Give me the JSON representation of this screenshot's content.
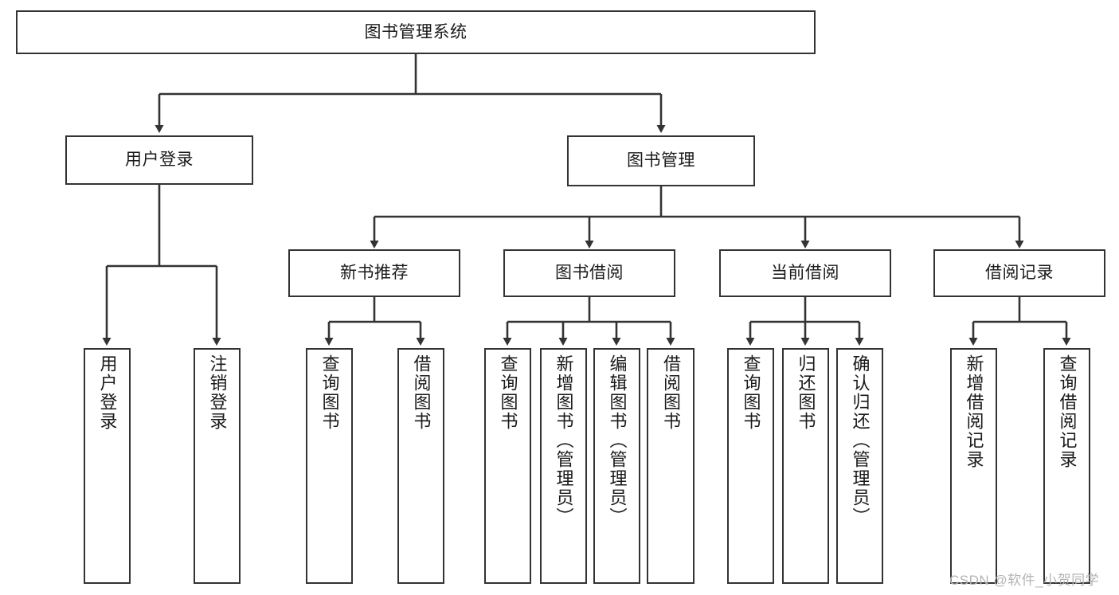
{
  "diagram": {
    "title": "图书管理系统",
    "type": "hierarchy-tree",
    "root": {
      "label": "图书管理系统"
    },
    "level2": [
      {
        "label": "用户登录"
      },
      {
        "label": "图书管理"
      }
    ],
    "level3": [
      {
        "label": "新书推荐"
      },
      {
        "label": "图书借阅"
      },
      {
        "label": "当前借阅"
      },
      {
        "label": "借阅记录"
      }
    ],
    "leaves": {
      "user_login": [
        {
          "label": "用户登录"
        },
        {
          "label": "注销登录"
        }
      ],
      "new_book_recommend": [
        {
          "label": "查询图书"
        },
        {
          "label": "借阅图书"
        }
      ],
      "book_borrow": [
        {
          "label": "查询图书"
        },
        {
          "label": "新增图书（管理员）"
        },
        {
          "label": "编辑图书（管理员）"
        },
        {
          "label": "借阅图书"
        }
      ],
      "current_borrow": [
        {
          "label": "查询图书"
        },
        {
          "label": "归还图书"
        },
        {
          "label": "确认归还（管理员）"
        }
      ],
      "borrow_record": [
        {
          "label": "新增借阅记录"
        },
        {
          "label": "查询借阅记录"
        }
      ]
    }
  },
  "watermark": {
    "text": "CSDN @软件_小贺同学"
  },
  "colors": {
    "stroke": "#333333",
    "fill": "#ffffff",
    "text": "#1a1a1a",
    "watermark": "#b4b4b4"
  }
}
